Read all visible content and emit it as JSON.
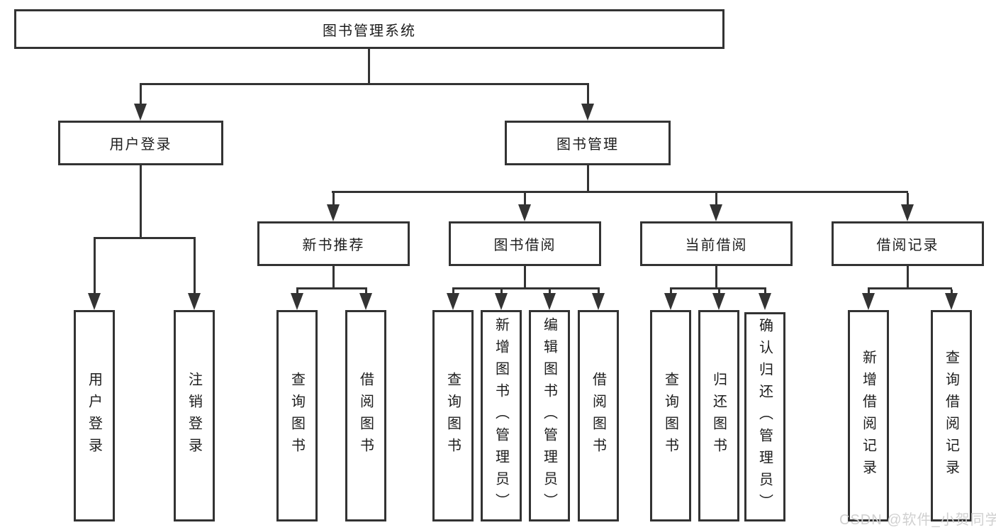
{
  "tree": {
    "label": "图书管理系统",
    "children": [
      {
        "label": "用户登录",
        "children": [
          {
            "label": "用户登录"
          },
          {
            "label": "注销登录"
          }
        ]
      },
      {
        "label": "图书管理",
        "children": [
          {
            "label": "新书推荐",
            "children": [
              {
                "label": "查询图书"
              },
              {
                "label": "借阅图书"
              }
            ]
          },
          {
            "label": "图书借阅",
            "children": [
              {
                "label": "查询图书"
              },
              {
                "label": "新增图书（管理员）"
              },
              {
                "label": "编辑图书（管理员）"
              },
              {
                "label": "借阅图书"
              }
            ]
          },
          {
            "label": "当前借阅",
            "children": [
              {
                "label": "查询图书"
              },
              {
                "label": "归还图书"
              },
              {
                "label": "确认归还（管理员）"
              }
            ]
          },
          {
            "label": "借阅记录",
            "children": [
              {
                "label": "新增借阅记录"
              },
              {
                "label": "查询借阅记录"
              }
            ]
          }
        ]
      }
    ]
  },
  "watermark": {
    "text": "CSDN @软件_小贺同学"
  },
  "colors": {
    "line": "#333333",
    "border": "#333333",
    "text": "#1d1d1d",
    "watermark": "#d0d0d0",
    "background": "#ffffff"
  }
}
